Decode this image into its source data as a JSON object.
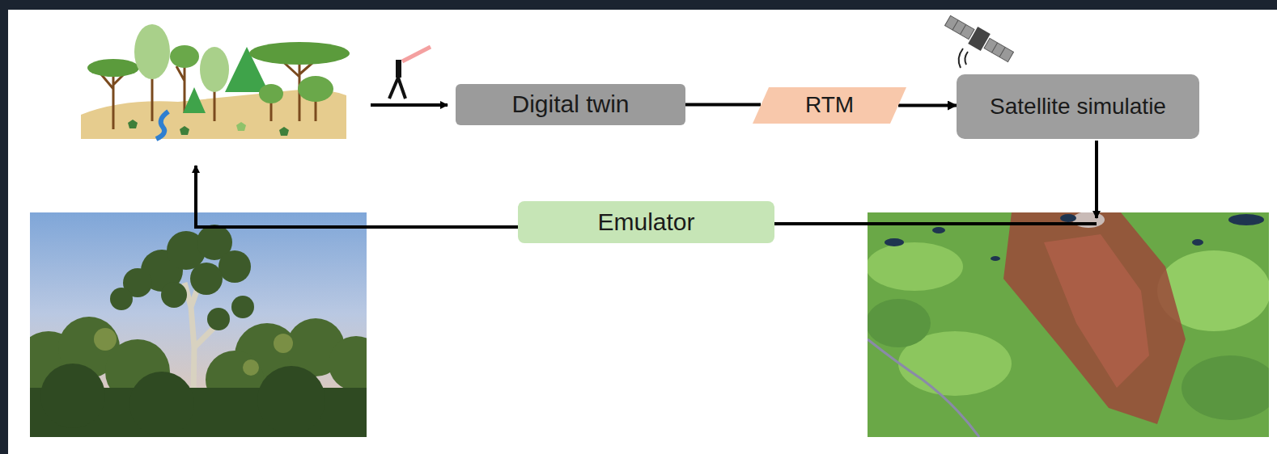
{
  "diagram": {
    "nodes": [
      {
        "text": [
          "Digital twin"
        ]
      },
      {
        "text": [
          "RTM"
        ]
      },
      {
        "text": [
          "Satellite simulatie"
        ]
      },
      {
        "text": [
          "Emulator"
        ]
      }
    ],
    "edges": [
      {
        "from": 0,
        "to": 1,
        "arrow": "none"
      },
      {
        "from": 1,
        "to": 2,
        "arrow": "to"
      }
    ]
  }
}
